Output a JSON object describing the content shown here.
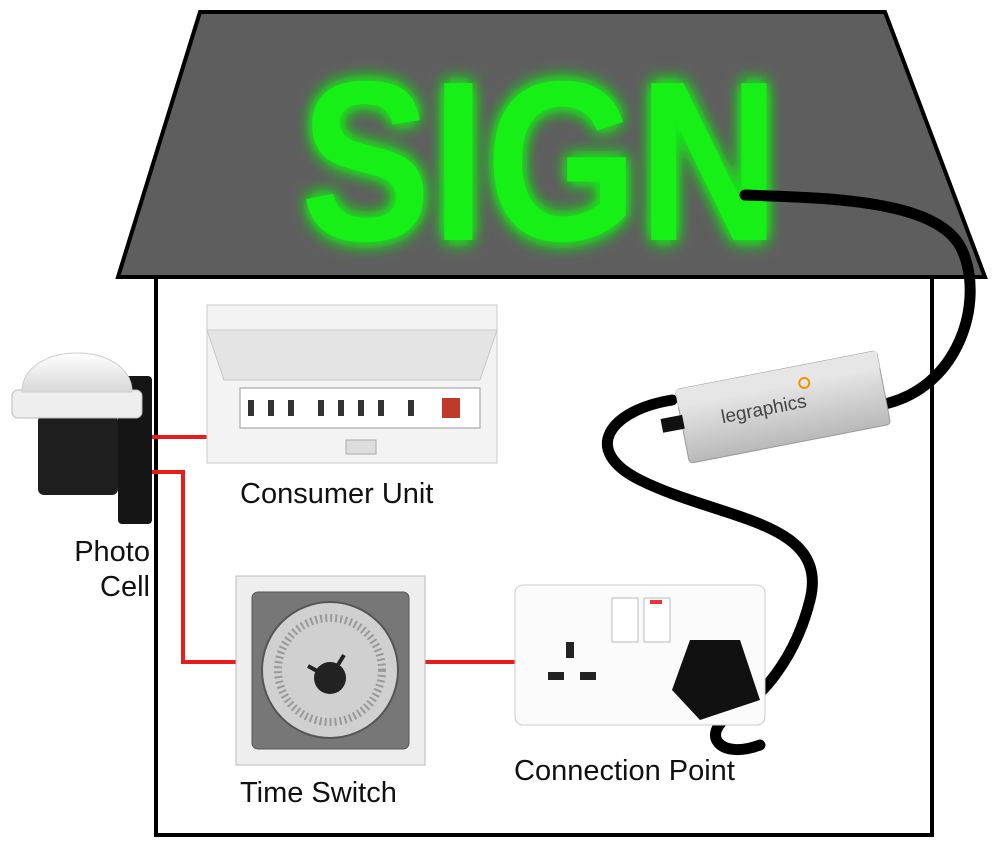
{
  "sign": {
    "text": "SIGN",
    "color": "#14f014",
    "roof_color": "#5e5e5e"
  },
  "wire_color": "#e81c1c",
  "driver": {
    "brand": "legraphics"
  },
  "labels": {
    "consumer_unit": "Consumer Unit",
    "photo_cell_line1": "Photo",
    "photo_cell_line2": "Cell",
    "time_switch": "Time Switch",
    "connection_point": "Connection Point"
  }
}
